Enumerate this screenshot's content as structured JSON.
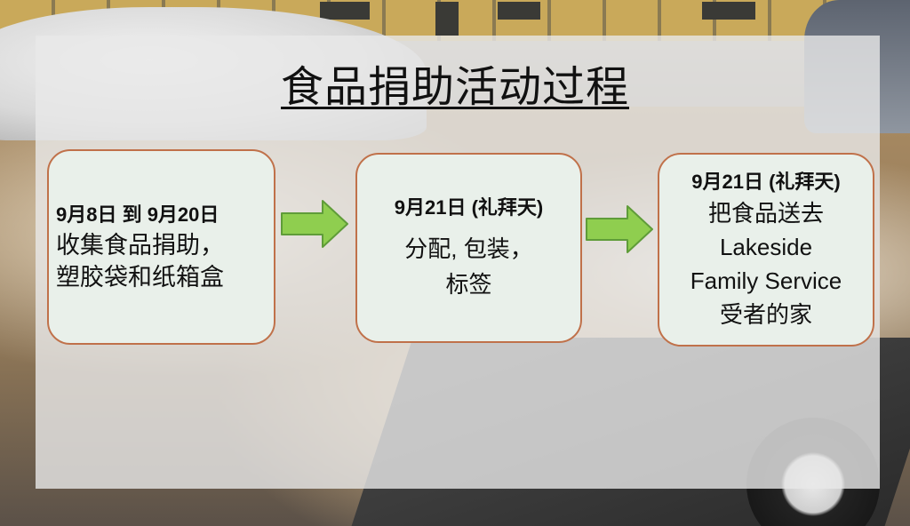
{
  "slide": {
    "title": "食品捐助活动过程",
    "steps": [
      {
        "date": "9月8日 到 9月20日",
        "lines": [
          "收集食品捐助，",
          "塑胶袋和纸箱盒"
        ]
      },
      {
        "date": "9月21日 (礼拜天)",
        "lines": [
          "分配, 包装，",
          "标签"
        ]
      },
      {
        "date": "9月21日 (礼拜天)",
        "lines": [
          "把食品送去",
          "Lakeside",
          "Family Service",
          "受者的家"
        ]
      }
    ],
    "arrow_icon": "right-arrow-icon",
    "colors": {
      "box_fill": "#e9f0ea",
      "box_border": "#c0714a",
      "arrow_fill": "#8fce4f",
      "arrow_stroke": "#5f9c39",
      "overlay": "#e8e8e8"
    }
  }
}
